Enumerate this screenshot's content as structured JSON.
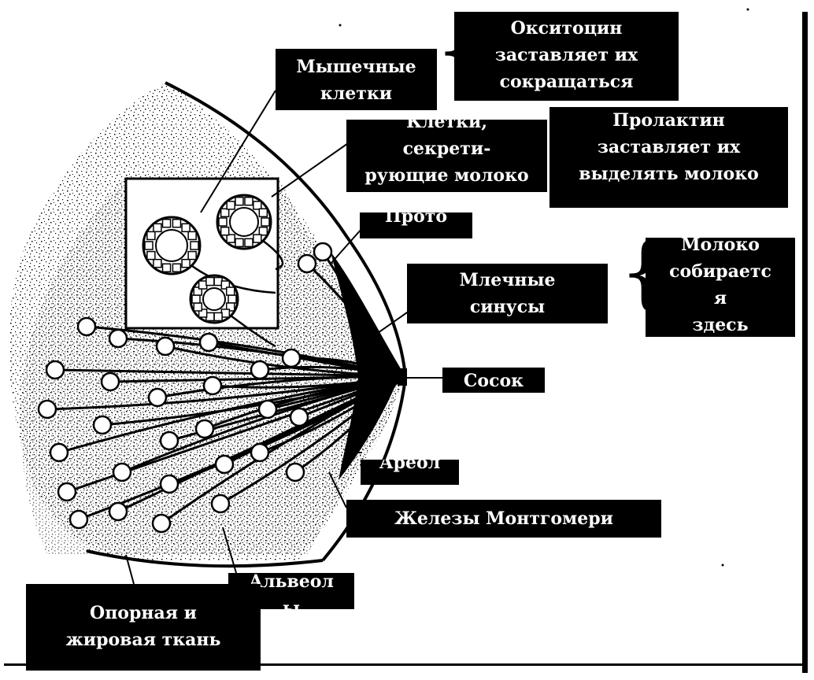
{
  "labels": {
    "muscle_cells": [
      "Мышечные",
      "клетки"
    ],
    "oxytocin": [
      "Окситоцин",
      "заставляет их",
      "сокращаться"
    ],
    "secreting_cells": [
      "Клетки,",
      "секрети-",
      "рующие молоко"
    ],
    "prolactin": [
      "Пролактин",
      "заставляет их",
      "выделять молоко"
    ],
    "ducts": "Прото",
    "milk_collects": [
      "Молоко",
      "собираетс",
      "я",
      "здесь"
    ],
    "sinuses": [
      "Млечные",
      "синусы"
    ],
    "nipple": "Сосок",
    "areola": "Ареол",
    "montgomery": "Железы Монтгомери",
    "alveoli": [
      "Альвеол",
      "ы"
    ],
    "support_tissue": [
      "Опорная и",
      "жировая ткань"
    ]
  },
  "colors": {
    "background": "#ffffff",
    "ink": "#000000",
    "label_text": "#ffffff"
  }
}
